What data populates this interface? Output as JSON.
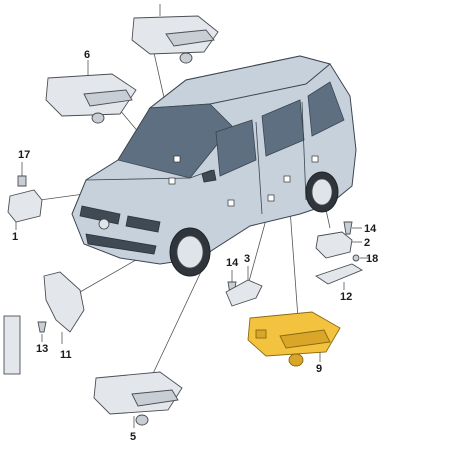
{
  "callouts": {
    "c1": "1",
    "c2": "2",
    "c3": "3",
    "c5": "5",
    "c6": "6",
    "c9": "9",
    "c11": "11",
    "c12": "12",
    "c13": "13",
    "c14a": "14",
    "c14b": "14",
    "c17": "17",
    "c18": "18"
  },
  "colors": {
    "highlight_part": "#f3c340",
    "vehicle_body": "#c6d1dc"
  }
}
